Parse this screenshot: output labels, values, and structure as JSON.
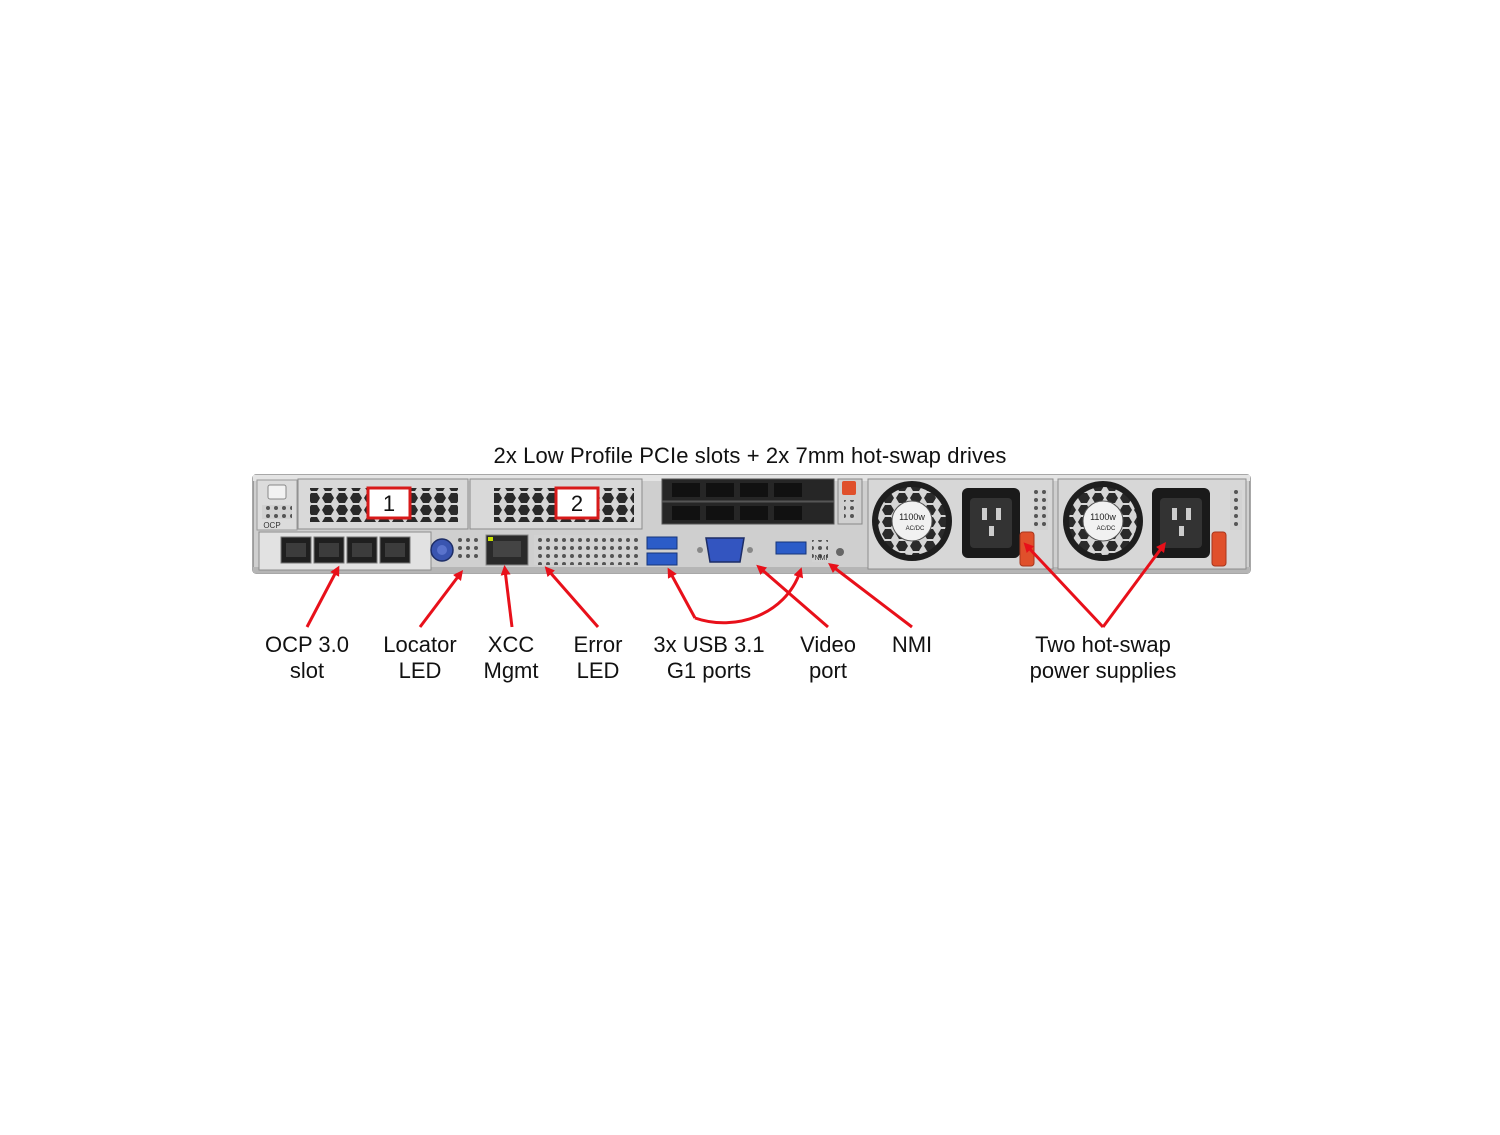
{
  "diagram": {
    "title": "2x Low Profile PCIe slots + 2x 7mm hot-swap drives",
    "slot_numbers": [
      "1",
      "2"
    ],
    "chassis_marks": {
      "ocp": "OCP",
      "psu_rating": "1100w",
      "psu_type": "AC/DC",
      "nmi": "NMI"
    },
    "labels": [
      {
        "id": "ocp-slot",
        "line1": "OCP 3.0",
        "line2": "slot"
      },
      {
        "id": "locator-led",
        "line1": "Locator",
        "line2": "LED"
      },
      {
        "id": "xcc-mgmt",
        "line1": "XCC",
        "line2": "Mgmt"
      },
      {
        "id": "error-led",
        "line1": "Error",
        "line2": "LED"
      },
      {
        "id": "usb-ports",
        "line1": "3x USB 3.1",
        "line2": "G1 ports"
      },
      {
        "id": "video-port",
        "line1": "Video",
        "line2": "port"
      },
      {
        "id": "nmi",
        "line1": "NMI",
        "line2": ""
      },
      {
        "id": "power-supplies",
        "line1": "Two hot-swap",
        "line2": "power supplies"
      }
    ],
    "colors": {
      "arrow": "#e8101a",
      "callout_box": "#d81a1a",
      "chassis": "#c9c9c9",
      "psu_handle": "#e0502b",
      "usb_blue": "#2b5cc8",
      "locator_button": "#3a55b0"
    }
  }
}
